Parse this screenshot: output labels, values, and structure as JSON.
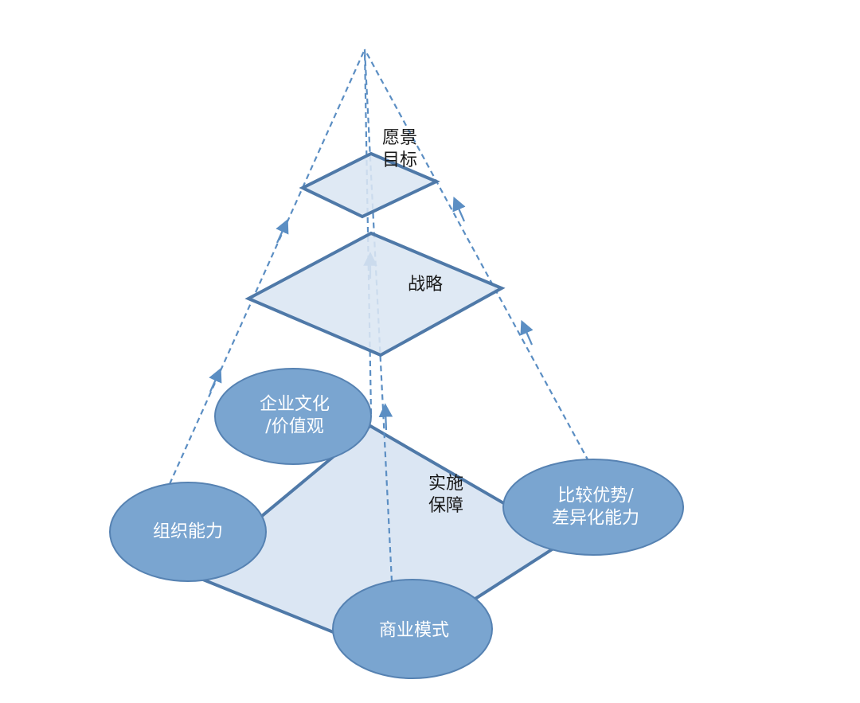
{
  "colors": {
    "line": "#5b8ec3",
    "plane_fill": "#dbe6f3",
    "plane_stroke": "#4f79a8",
    "ellipse_fill": "#7aa5d0",
    "ellipse_stroke": "#5682b2",
    "ellipse_text": "#ffffff",
    "label_text": "#1a1a1a"
  },
  "levels": {
    "vision": {
      "line1": "愿景",
      "line2": "目标"
    },
    "strategy": {
      "label": "战略"
    },
    "execution": {
      "line1": "实施",
      "line2": "保障"
    }
  },
  "pillars": {
    "culture": {
      "line1": "企业文化",
      "line2": "/价值观"
    },
    "organization": {
      "label": "组织能力"
    },
    "advantage": {
      "line1": "比较优势/",
      "line2": "差异化能力"
    },
    "business_model": {
      "label": "商业模式"
    }
  }
}
